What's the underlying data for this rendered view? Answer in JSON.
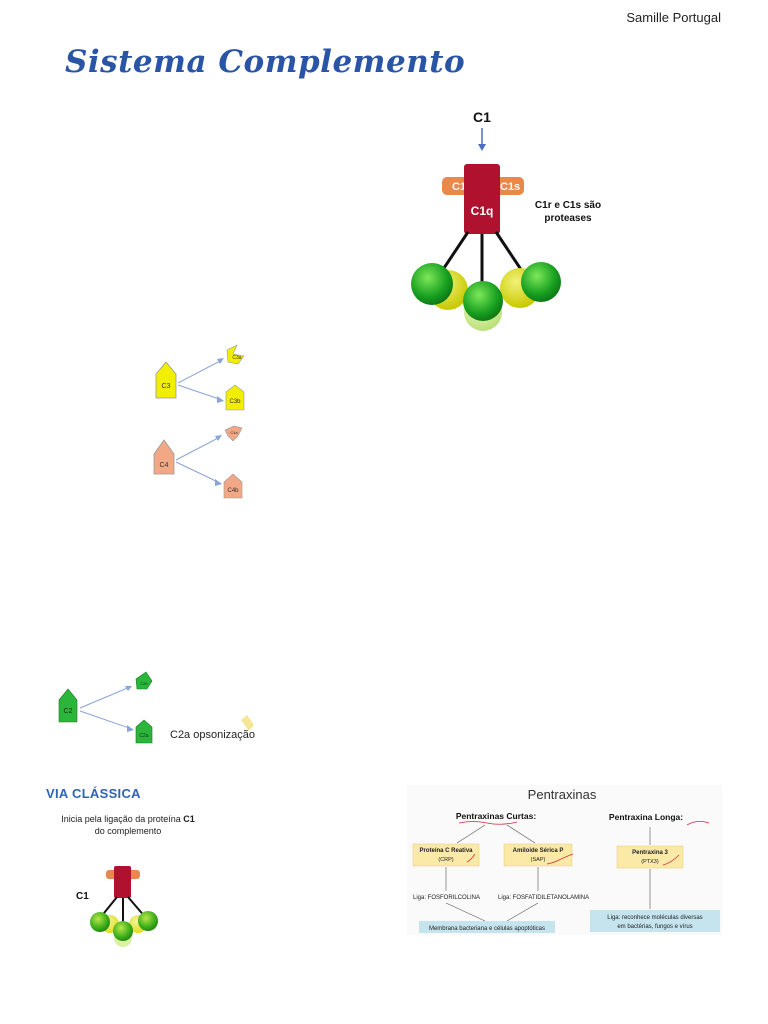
{
  "header": {
    "author": "Samille Portugal",
    "title": "Sistema Complemento"
  },
  "c1_diagram": {
    "arrow_label": "C1",
    "c1r_label": "C1r",
    "c1s_label": "C1s",
    "c1q_label": "C1q",
    "note_line1": "C1r e C1s são",
    "note_line2": "proteases"
  },
  "cleavage": {
    "c3": "C3",
    "c3a": "C3a",
    "c3b": "C3b",
    "c4": "C4",
    "c4a": "C4a",
    "c4b": "C4b",
    "c2": "C2",
    "c2a": "C2a",
    "c2b": "C2b",
    "c2a_note": "C2a opsonização"
  },
  "via_classica": {
    "title": "VIA CLÁSSICA",
    "desc_pre": "Inicia pela ligação da proteína ",
    "desc_bold": "C1",
    "desc_post": "do complemento",
    "c1_label": "C1"
  },
  "pentraxinas": {
    "title": "Pentraxinas",
    "curtas": "Pentraxinas Curtas:",
    "longa": "Pentraxina Longa:",
    "crp_name": "Proteína C Reativa",
    "crp_abbr": "(CRP)",
    "sap_name": "Amiloide Sérica P",
    "sap_abbr": "(SAP)",
    "ptx3_name": "Pentraxina 3",
    "ptx3_abbr": "(PTX3)",
    "liga_crp": "Liga: FOSFORILCOLINA",
    "liga_sap": "Liga: FOSFATIDILETANOLAMINA",
    "membrana": "Membrana bacteriana e células apoptóticas",
    "liga_ptx3_line1": "Liga: reconhece moléculas diversas",
    "liga_ptx3_line2": "em bactérias, fungos e vírus"
  }
}
